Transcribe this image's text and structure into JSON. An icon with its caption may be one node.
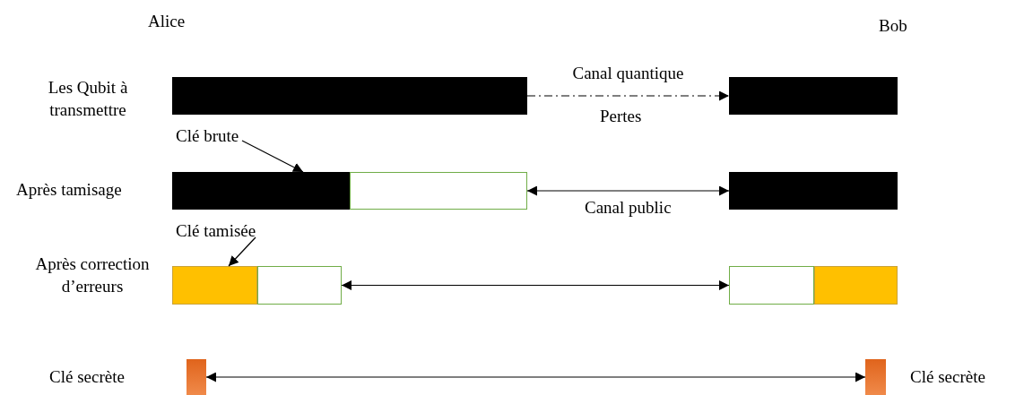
{
  "diagram": {
    "nodes": [
      {
        "text": [],
        "shape": "bar"
      },
      {
        "text": [],
        "shape": "bar"
      },
      {
        "text": [
          "Clé brute"
        ]
      },
      {
        "text": [],
        "shape": "bar"
      },
      {
        "text": [],
        "shape": "bar"
      },
      {
        "text": [],
        "shape": "bar"
      },
      {
        "text": [
          "Clé tamisée"
        ]
      },
      {
        "text": [],
        "shape": "bar"
      },
      {
        "text": [],
        "shape": "bar"
      },
      {
        "text": [],
        "shape": "bar"
      },
      {
        "text": [],
        "shape": "bar"
      },
      {
        "text": [],
        "shape": "bar"
      },
      {
        "text": [],
        "shape": "bar"
      }
    ],
    "edges": [
      {
        "from": 0,
        "to": 1,
        "arrow": "to",
        "label": "Canal quantique",
        "style": "dashed"
      },
      {
        "from": 2,
        "to": 3,
        "arrow": "to"
      },
      {
        "from": 4,
        "to": 5,
        "arrow": "both",
        "label": "Canal public"
      },
      {
        "from": 6,
        "to": 7,
        "arrow": "to"
      },
      {
        "from": 8,
        "to": 9,
        "arrow": "both"
      },
      {
        "from": 11,
        "to": 12,
        "arrow": "both"
      }
    ],
    "labels": [
      "Alice",
      "Bob",
      "Les Qubit à transmettre",
      "Pertes",
      "Après tamisage",
      "Après correction d’erreurs",
      "Clé secrète",
      "Clé secrète"
    ]
  }
}
